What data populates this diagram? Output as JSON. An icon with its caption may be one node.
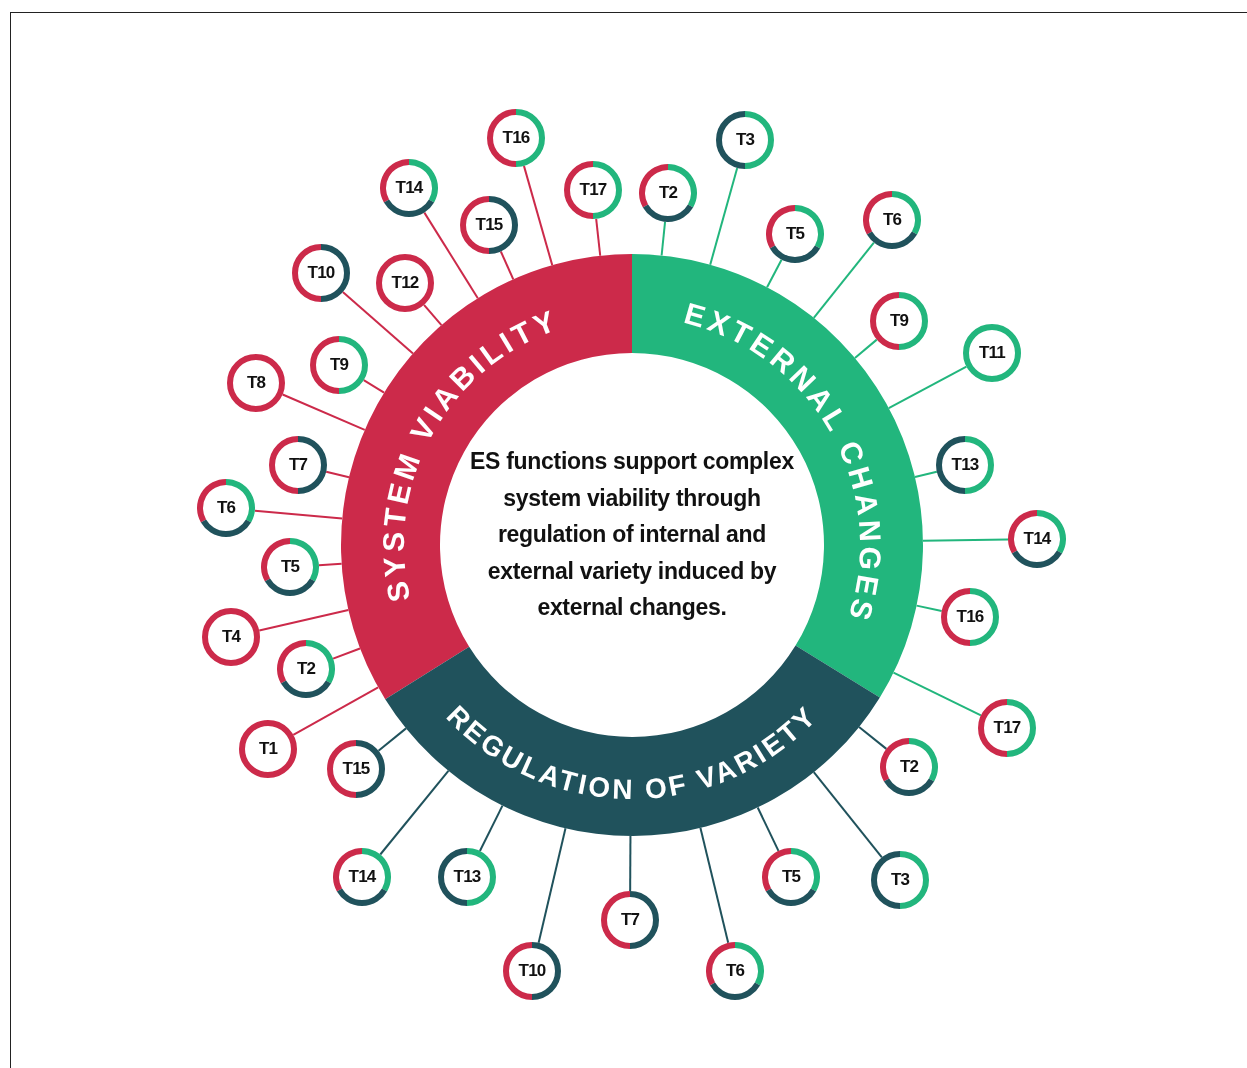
{
  "diagram": {
    "nodes": [
      {
        "text": [
          "ES functions support complex system viability through regulation of internal and external variety induced by external changes."
        ]
      },
      {
        "text": [
          "SYSTEM VIABILITY"
        ]
      },
      {
        "text": [
          "EXTERNAL CHANGES"
        ]
      },
      {
        "text": [
          "REGULATION OF VARIETY"
        ]
      },
      {
        "text": [
          "T16"
        ]
      },
      {
        "text": [
          "T14"
        ]
      },
      {
        "text": [
          "T15"
        ]
      },
      {
        "text": [
          "T17"
        ]
      },
      {
        "text": [
          "T10"
        ]
      },
      {
        "text": [
          "T12"
        ]
      },
      {
        "text": [
          "T9"
        ]
      },
      {
        "text": [
          "T8"
        ]
      },
      {
        "text": [
          "T7"
        ]
      },
      {
        "text": [
          "T6"
        ]
      },
      {
        "text": [
          "T5"
        ]
      },
      {
        "text": [
          "T4"
        ]
      },
      {
        "text": [
          "T2"
        ]
      },
      {
        "text": [
          "T1"
        ]
      },
      {
        "text": [
          "T2"
        ]
      },
      {
        "text": [
          "T3"
        ]
      },
      {
        "text": [
          "T5"
        ]
      },
      {
        "text": [
          "T6"
        ]
      },
      {
        "text": [
          "T9"
        ]
      },
      {
        "text": [
          "T11"
        ]
      },
      {
        "text": [
          "T13"
        ]
      },
      {
        "text": [
          "T14"
        ]
      },
      {
        "text": [
          "T16"
        ]
      },
      {
        "text": [
          "T17"
        ]
      },
      {
        "text": [
          "T15"
        ]
      },
      {
        "text": [
          "T2"
        ]
      },
      {
        "text": [
          "T14"
        ]
      },
      {
        "text": [
          "T13"
        ]
      },
      {
        "text": [
          "T3"
        ]
      },
      {
        "text": [
          "T7"
        ]
      },
      {
        "text": [
          "T5"
        ]
      },
      {
        "text": [
          "T10"
        ]
      },
      {
        "text": [
          "T6"
        ]
      }
    ],
    "edges": [
      {
        "from": 1,
        "to": 4,
        "arrow": "none"
      },
      {
        "from": 1,
        "to": 5,
        "arrow": "none"
      },
      {
        "from": 1,
        "to": 6,
        "arrow": "none"
      },
      {
        "from": 1,
        "to": 7,
        "arrow": "none"
      },
      {
        "from": 1,
        "to": 8,
        "arrow": "none"
      },
      {
        "from": 1,
        "to": 9,
        "arrow": "none"
      },
      {
        "from": 1,
        "to": 10,
        "arrow": "none"
      },
      {
        "from": 1,
        "to": 11,
        "arrow": "none"
      },
      {
        "from": 1,
        "to": 12,
        "arrow": "none"
      },
      {
        "from": 1,
        "to": 13,
        "arrow": "none"
      },
      {
        "from": 1,
        "to": 14,
        "arrow": "none"
      },
      {
        "from": 1,
        "to": 15,
        "arrow": "none"
      },
      {
        "from": 1,
        "to": 16,
        "arrow": "none"
      },
      {
        "from": 1,
        "to": 17,
        "arrow": "none"
      },
      {
        "from": 2,
        "to": 18,
        "arrow": "none",
        "color": "#22b67d"
      },
      {
        "from": 2,
        "to": 19,
        "arrow": "none",
        "color": "#22b67d"
      },
      {
        "from": 2,
        "to": 20,
        "arrow": "none",
        "color": "#22b67d"
      },
      {
        "from": 2,
        "to": 21,
        "arrow": "none",
        "color": "#22b67d"
      },
      {
        "from": 2,
        "to": 22,
        "arrow": "none",
        "color": "#22b67d"
      },
      {
        "from": 2,
        "to": 23,
        "arrow": "none",
        "color": "#22b67d"
      },
      {
        "from": 2,
        "to": 24,
        "arrow": "none",
        "color": "#22b67d"
      },
      {
        "from": 2,
        "to": 25,
        "arrow": "none",
        "color": "#22b67d"
      },
      {
        "from": 2,
        "to": 26,
        "arrow": "none",
        "color": "#22b67d"
      },
      {
        "from": 2,
        "to": 27,
        "arrow": "none",
        "color": "#22b67d"
      },
      {
        "from": 3,
        "to": 28,
        "arrow": "none",
        "color": "#20525c"
      },
      {
        "from": 3,
        "to": 29,
        "arrow": "none",
        "color": "#20525c"
      },
      {
        "from": 3,
        "to": 30,
        "arrow": "none",
        "color": "#20525c"
      },
      {
        "from": 3,
        "to": 31,
        "arrow": "none",
        "color": "#20525c"
      },
      {
        "from": 3,
        "to": 32,
        "arrow": "none",
        "color": "#20525c"
      },
      {
        "from": 3,
        "to": 33,
        "arrow": "none",
        "color": "#20525c"
      },
      {
        "from": 3,
        "to": 34,
        "arrow": "none",
        "color": "#20525c"
      },
      {
        "from": 3,
        "to": 35,
        "arrow": "none",
        "color": "#20525c"
      },
      {
        "from": 3,
        "to": 36,
        "arrow": "none",
        "color": "#20525c"
      }
    ]
  }
}
